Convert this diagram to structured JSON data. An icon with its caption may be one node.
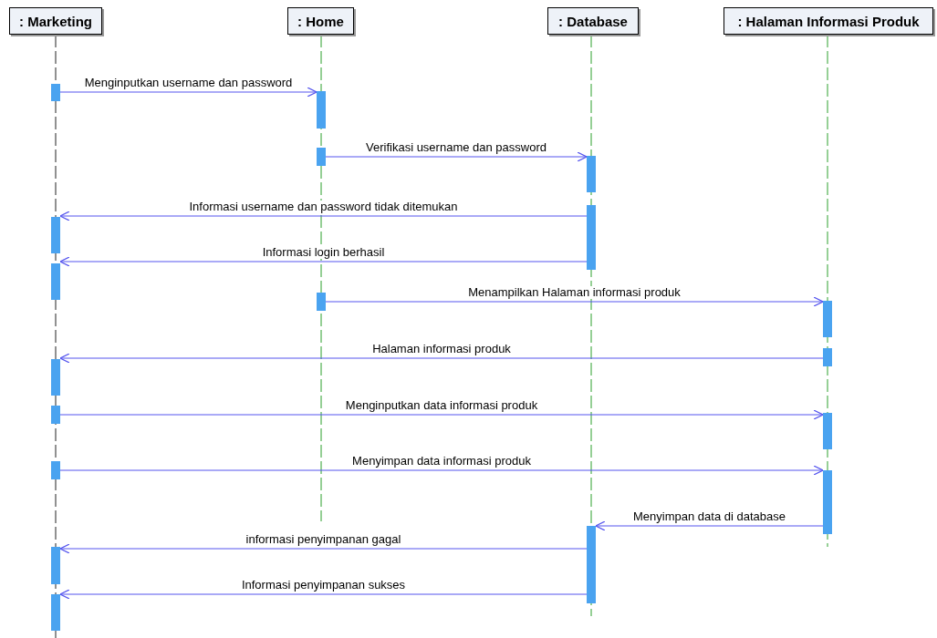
{
  "diagram": {
    "nodes": [
      {
        "text": [
          ": Marketing"
        ]
      },
      {
        "text": [
          ": Home"
        ]
      },
      {
        "text": [
          ": Database"
        ]
      },
      {
        "text": [
          ": Halaman Informasi Produk"
        ]
      },
      {
        "text": [],
        "shape": "bar"
      },
      {
        "text": [],
        "shape": "bar"
      },
      {
        "text": [],
        "shape": "bar"
      },
      {
        "text": [],
        "shape": "bar"
      },
      {
        "text": [],
        "shape": "bar"
      },
      {
        "text": [],
        "shape": "bar"
      },
      {
        "text": [],
        "shape": "bar"
      },
      {
        "text": [],
        "shape": "bar"
      },
      {
        "text": [],
        "shape": "bar"
      },
      {
        "text": [],
        "shape": "bar"
      },
      {
        "text": [],
        "shape": "bar"
      },
      {
        "text": [],
        "shape": "bar"
      },
      {
        "text": [],
        "shape": "bar"
      },
      {
        "text": [],
        "shape": "bar"
      },
      {
        "text": [],
        "shape": "bar"
      },
      {
        "text": [],
        "shape": "bar"
      },
      {
        "text": [],
        "shape": "bar"
      },
      {
        "text": [],
        "shape": "bar"
      }
    ],
    "edges": [
      {
        "from": 4,
        "to": 5,
        "arrow": "to",
        "label": "Menginputkan username dan password"
      },
      {
        "from": 6,
        "to": 7,
        "arrow": "to",
        "label": "Verifikasi username dan password"
      },
      {
        "from": 8,
        "to": 9,
        "arrow": "to",
        "label": "Informasi username dan password tidak ditemukan"
      },
      {
        "from": 8,
        "to": 10,
        "arrow": "to",
        "label": "Informasi login berhasil"
      },
      {
        "from": 11,
        "to": 12,
        "arrow": "to",
        "label": "Menampilkan Halaman informasi produk"
      },
      {
        "from": 13,
        "to": 14,
        "arrow": "to",
        "label": "Halaman informasi produk"
      },
      {
        "from": 15,
        "to": 16,
        "arrow": "to",
        "label": "Menginputkan data informasi produk"
      },
      {
        "from": 17,
        "to": 18,
        "arrow": "to",
        "label": "Menyimpan data informasi produk"
      },
      {
        "from": 18,
        "to": 19,
        "arrow": "to",
        "label": "Menyimpan data di database"
      },
      {
        "from": 19,
        "to": 20,
        "arrow": "to",
        "label": "informasi penyimpanan gagal"
      },
      {
        "from": 19,
        "to": 21,
        "arrow": "to",
        "label": "Informasi penyimpanan sukses"
      }
    ]
  }
}
